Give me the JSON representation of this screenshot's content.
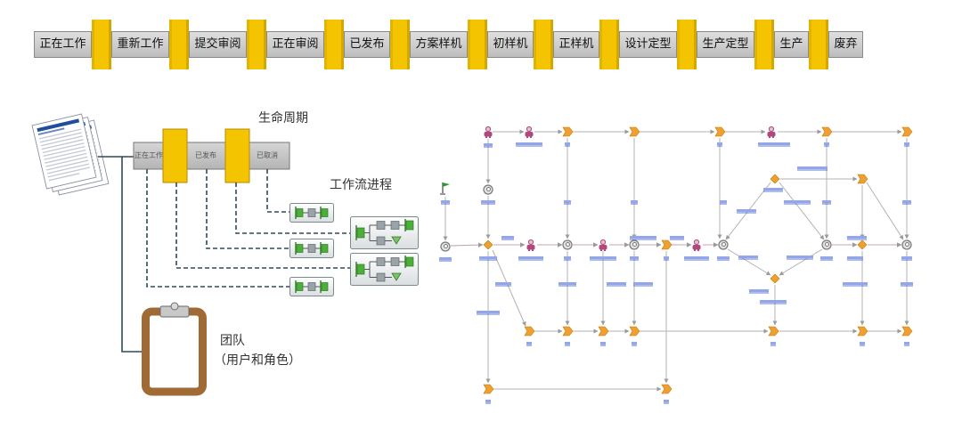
{
  "lifecycle_bar": {
    "states": [
      "正在工作",
      "重新工作",
      "提交审阅",
      "正在审阅",
      "已发布",
      "方案样机",
      "初样机",
      "正样机",
      "设计定型",
      "生产定型",
      "生产",
      "废弃"
    ]
  },
  "overview": {
    "lifecycle": {
      "title": "生命周期",
      "states": [
        "正在工作",
        "已发布",
        "已取消"
      ]
    },
    "workflow": {
      "title": "工作流进程"
    },
    "team": {
      "title": "团队",
      "subtitle": "（用户和角色）"
    }
  },
  "colors": {
    "gate": "#f5c400",
    "state_box": "#cdcdcd",
    "connector": "#2d4b5a",
    "clipboard": "#a06a35",
    "workflow_label": "#2a4bd0",
    "activity_node": "#f0a030",
    "approval_node": "#b0487c",
    "start_node": "#2e9a3a"
  },
  "icons": {
    "documents": "document-stack-icon",
    "team": "clipboard-icon",
    "workflow_simple": "workflow-process-icon",
    "workflow_branch": "workflow-branch-process-icon",
    "activity": "activity-chevron-icon",
    "assignee": "assignee-person-icon",
    "gear": "gear-icon",
    "decision": "decision-diamond-icon",
    "start": "start-flag-icon"
  }
}
